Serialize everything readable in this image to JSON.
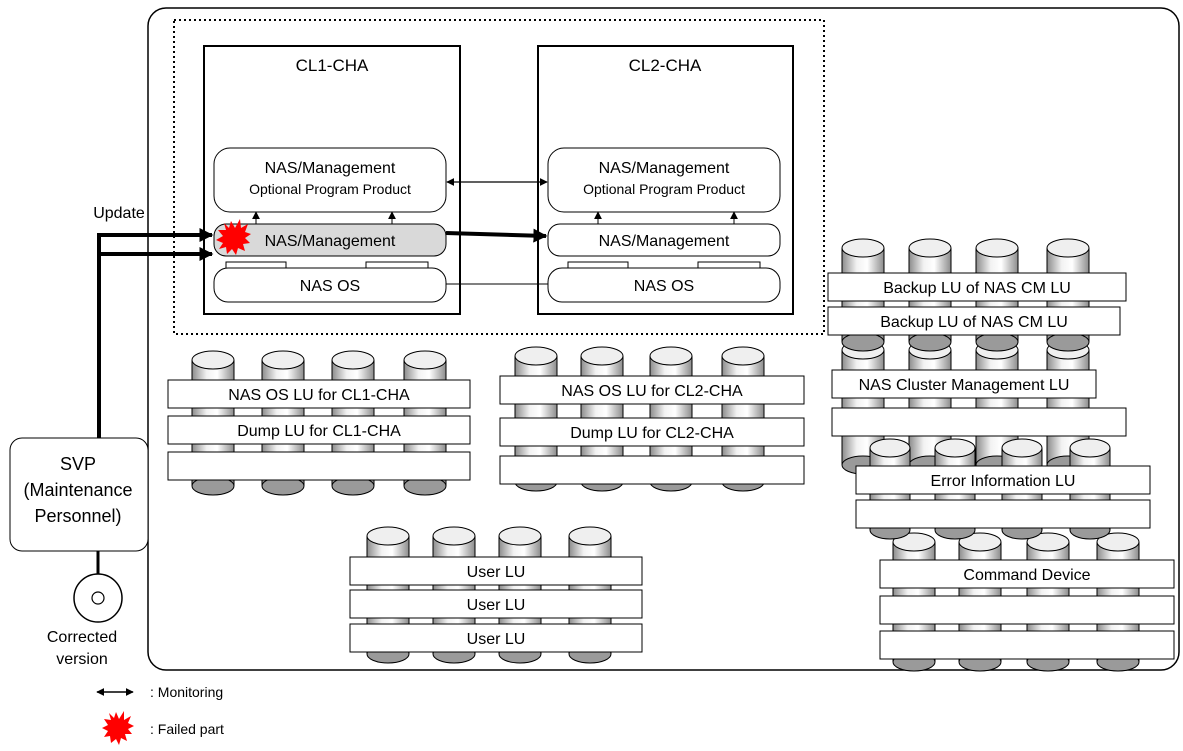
{
  "cha": {
    "cl1": {
      "title": "CL1-CHA",
      "opp_line1": "NAS/Management",
      "opp_line2": "Optional Program Product",
      "nas_management": "NAS/Management",
      "nas_os": "NAS OS",
      "failed": true
    },
    "cl2": {
      "title": "CL2-CHA",
      "opp_line1": "NAS/Management",
      "opp_line2": "Optional Program Product",
      "nas_management": "NAS/Management",
      "nas_os": "NAS OS"
    }
  },
  "update_label": "Update",
  "svp": {
    "line1": "SVP",
    "line2": "(Maintenance",
    "line3": "Personnel)"
  },
  "disc": {
    "line1": "Corrected",
    "line2": "version"
  },
  "lu_groups": {
    "cl1": {
      "labels": [
        "NAS OS LU for CL1-CHA",
        "Dump LU for CL1-CHA",
        ""
      ]
    },
    "cl2": {
      "labels": [
        "NAS OS LU for CL2-CHA",
        "Dump LU for CL2-CHA",
        ""
      ]
    },
    "user": {
      "labels": [
        "User LU",
        "User LU",
        "User LU"
      ]
    },
    "backup": {
      "labels": [
        "Backup LU of NAS CM LU",
        "Backup LU of NAS CM LU"
      ]
    },
    "cluster": {
      "labels": [
        "NAS Cluster Management LU",
        ""
      ]
    },
    "error": {
      "labels": [
        "Error Information LU",
        ""
      ]
    },
    "command": {
      "labels": [
        "Command Device",
        "",
        ""
      ]
    }
  },
  "legend": {
    "monitoring": ": Monitoring",
    "failed_part": ": Failed part"
  },
  "colors": {
    "failed_box": "#d9d9d9",
    "burst": "#ff0000",
    "line": "#000000"
  }
}
